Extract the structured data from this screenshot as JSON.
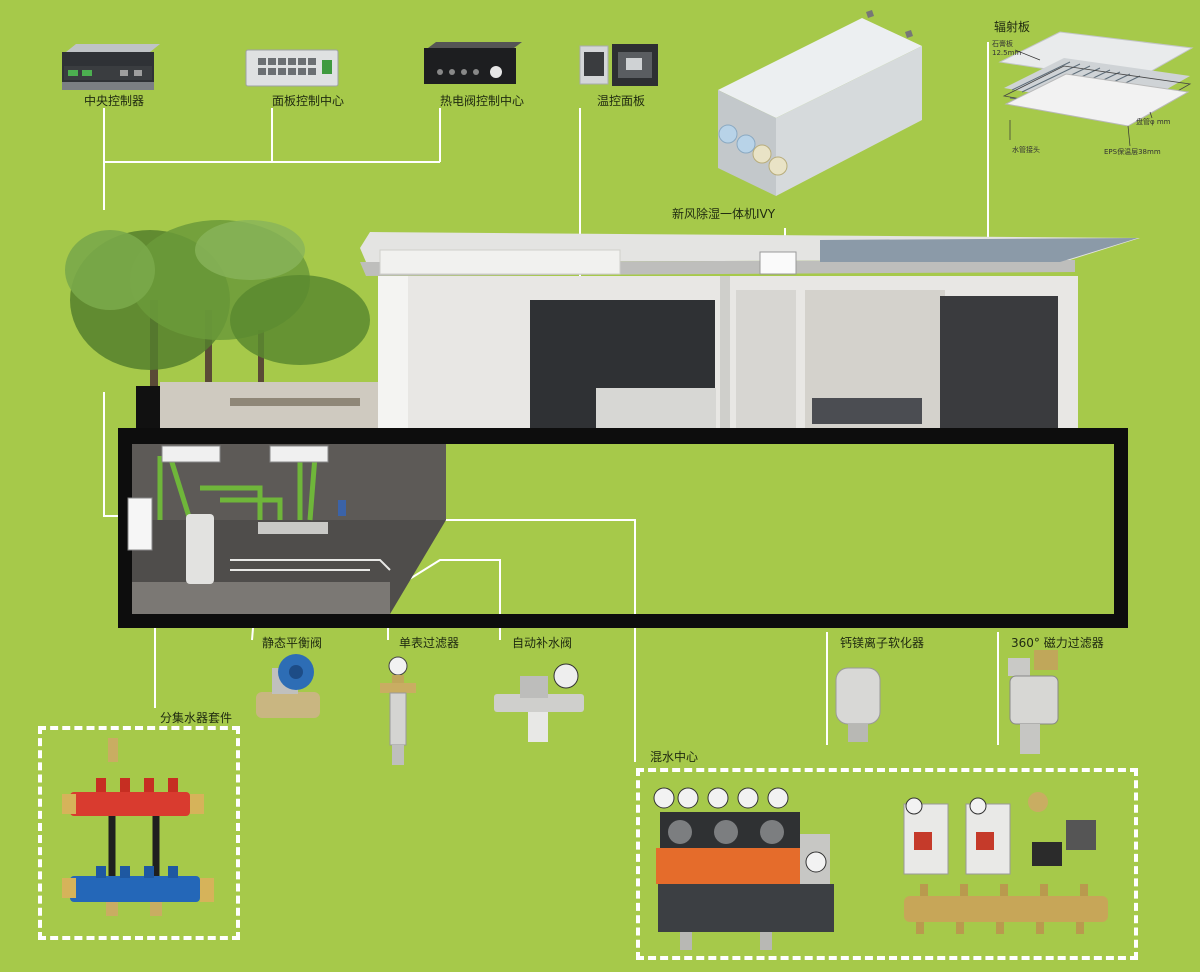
{
  "labels": {
    "central_controller": "中央控制器",
    "panel_control_center": "面板控制中心",
    "thermal_valve_center": "热电阀控制中心",
    "thermostat_panel": "温控面板",
    "fresh_air_unit": "新风除湿一体机IVY",
    "radiant_panel": "辐射板",
    "static_balance_valve": "静态平衡阀",
    "single_meter_filter": "单表过滤器",
    "auto_fill_valve": "自动补水阀",
    "softener": "钙镁离子软化器",
    "magnetic_filter": "360° 磁力过滤器",
    "manifold_kit": "分集水器套件",
    "mixing_center": "混水中心"
  },
  "radiant_detail": {
    "gypsum": "石膏板",
    "gypsum_thk": "12.5mm",
    "coil": "盘管φ mm",
    "connector": "水管接头",
    "eps": "EPS保温层38mm"
  },
  "colors": {
    "background": "#a6c94a",
    "line": "#ffffff",
    "text": "#1f2a10"
  }
}
